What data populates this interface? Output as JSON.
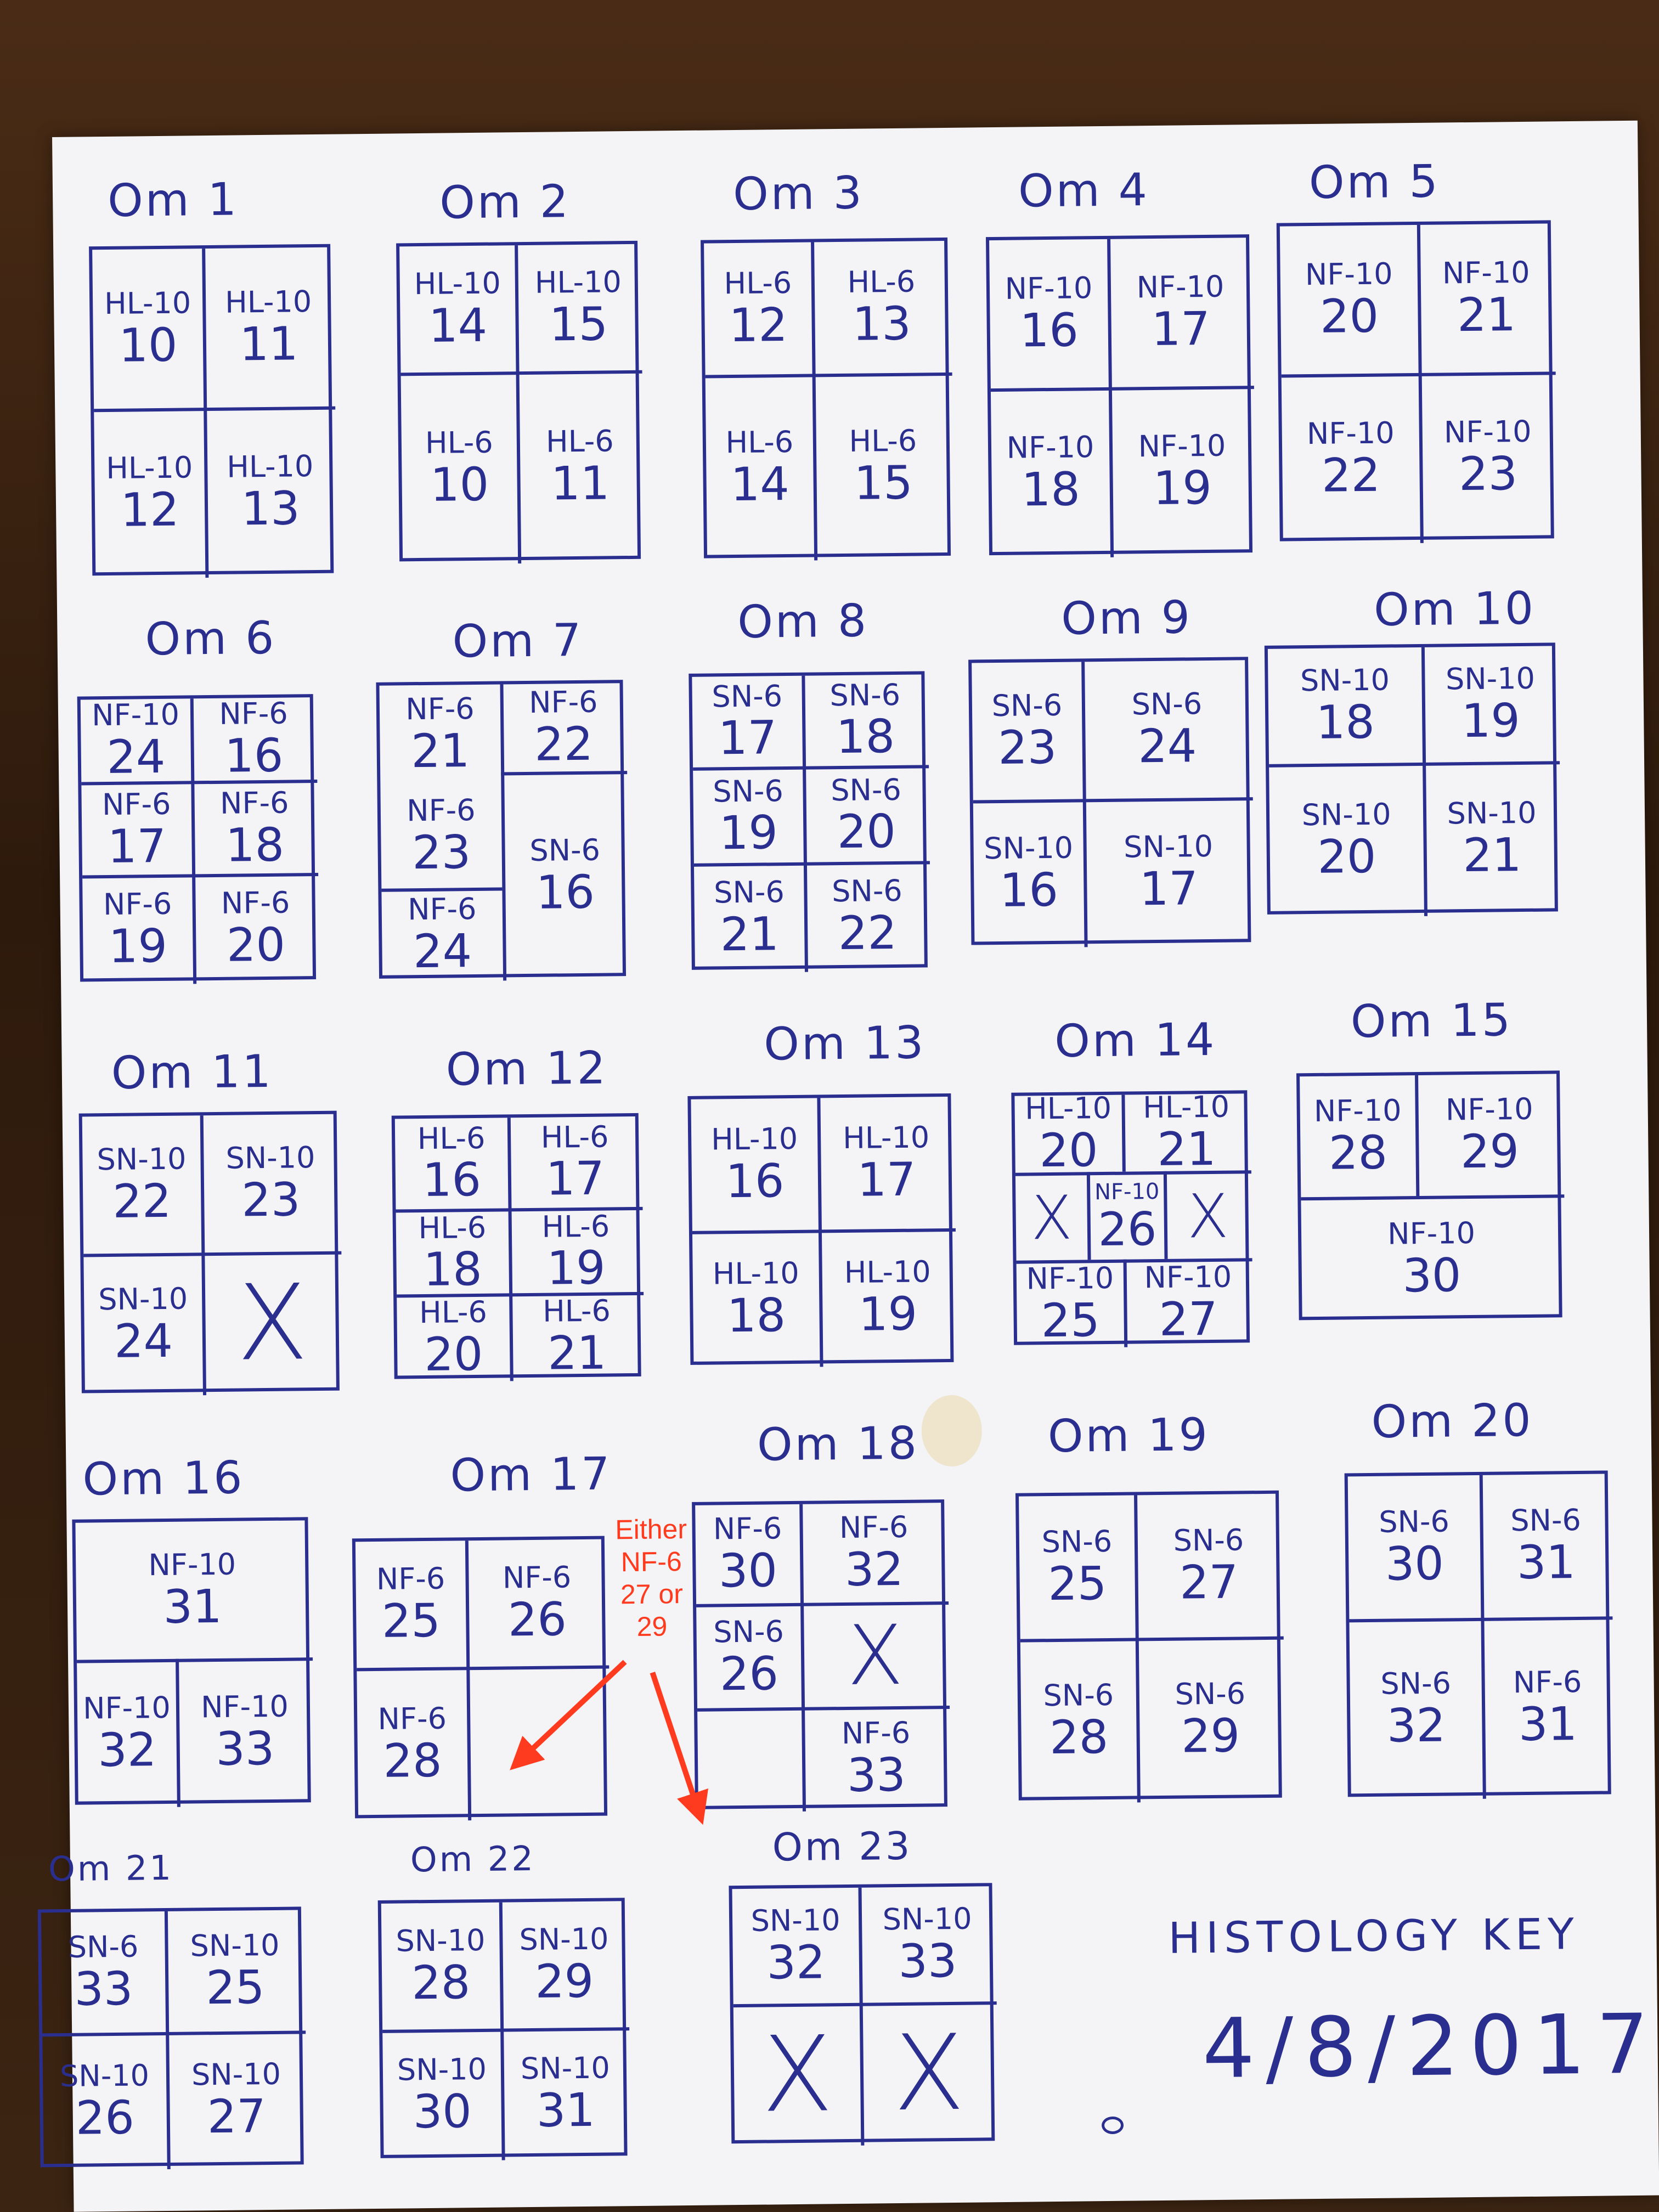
{
  "sheets": [
    {
      "title": "Om 1",
      "cells": [
        [
          "HL-10",
          "10"
        ],
        [
          "HL-10",
          "11"
        ],
        [
          "HL-10",
          "12"
        ],
        [
          "HL-10",
          "13"
        ]
      ]
    },
    {
      "title": "Om 2",
      "cells": [
        [
          "HL-10",
          "14"
        ],
        [
          "HL-10",
          "15"
        ],
        [
          "HL-6",
          "10"
        ],
        [
          "HL-6",
          "11"
        ]
      ]
    },
    {
      "title": "Om 3",
      "cells": [
        [
          "HL-6",
          "12"
        ],
        [
          "HL-6",
          "13"
        ],
        [
          "HL-6",
          "14"
        ],
        [
          "HL-6",
          "15"
        ]
      ]
    },
    {
      "title": "Om 4",
      "cells": [
        [
          "NF-10",
          "16"
        ],
        [
          "NF-10",
          "17"
        ],
        [
          "NF-10",
          "18"
        ],
        [
          "NF-10",
          "19"
        ]
      ]
    },
    {
      "title": "Om 5",
      "cells": [
        [
          "NF-10",
          "20"
        ],
        [
          "NF-10",
          "21"
        ],
        [
          "NF-10",
          "22"
        ],
        [
          "NF-10",
          "23"
        ]
      ]
    },
    {
      "title": "Om 6",
      "cells": [
        [
          "NF-10",
          "24"
        ],
        [
          "NF-6",
          "16"
        ],
        [
          "NF-6",
          "17"
        ],
        [
          "NF-6",
          "18"
        ],
        [
          "NF-6",
          "19"
        ],
        [
          "NF-6",
          "20"
        ]
      ]
    },
    {
      "title": "Om 7",
      "cells": [
        [
          "NF-6",
          "21"
        ],
        [
          "NF-6",
          "22"
        ],
        [
          "NF-6",
          "23"
        ],
        [
          "SN-6",
          "16"
        ],
        [
          "NF-6",
          "24"
        ]
      ]
    },
    {
      "title": "Om 8",
      "cells": [
        [
          "SN-6",
          "17"
        ],
        [
          "SN-6",
          "18"
        ],
        [
          "SN-6",
          "19"
        ],
        [
          "SN-6",
          "20"
        ],
        [
          "SN-6",
          "21"
        ],
        [
          "SN-6",
          "22"
        ]
      ]
    },
    {
      "title": "Om 9",
      "cells": [
        [
          "SN-6",
          "23"
        ],
        [
          "SN-6",
          "24"
        ],
        [
          "SN-10",
          "16"
        ],
        [
          "SN-10",
          "17"
        ]
      ]
    },
    {
      "title": "Om 10",
      "cells": [
        [
          "SN-10",
          "18"
        ],
        [
          "SN-10",
          "19"
        ],
        [
          "SN-10",
          "20"
        ],
        [
          "SN-10",
          "21"
        ]
      ]
    },
    {
      "title": "Om 11",
      "cells": [
        [
          "SN-10",
          "22"
        ],
        [
          "SN-10",
          "23"
        ],
        [
          "SN-10",
          "24"
        ],
        [
          "",
          "X"
        ]
      ]
    },
    {
      "title": "Om 12",
      "cells": [
        [
          "HL-6",
          "16"
        ],
        [
          "HL-6",
          "17"
        ],
        [
          "HL-6",
          "18"
        ],
        [
          "HL-6",
          "19"
        ],
        [
          "HL-6",
          "20"
        ],
        [
          "HL-6",
          "21"
        ]
      ]
    },
    {
      "title": "Om 13",
      "cells": [
        [
          "HL-10",
          "16"
        ],
        [
          "HL-10",
          "17"
        ],
        [
          "HL-10",
          "18"
        ],
        [
          "HL-10",
          "19"
        ]
      ]
    },
    {
      "title": "Om 14",
      "cells": [
        [
          "HL-10",
          "20"
        ],
        [
          "HL-10",
          "21"
        ],
        [
          "",
          "X"
        ],
        [
          "NF-10",
          "26"
        ],
        [
          "",
          "X"
        ],
        [
          "NF-10",
          "25"
        ],
        [
          "NF-10",
          "27"
        ]
      ]
    },
    {
      "title": "Om 15",
      "cells": [
        [
          "NF-10",
          "28"
        ],
        [
          "NF-10",
          "29"
        ],
        [
          "NF-10",
          "30"
        ]
      ]
    },
    {
      "title": "Om 16",
      "cells": [
        [
          "NF-10",
          "31"
        ],
        [
          "NF-10",
          "32"
        ],
        [
          "NF-10",
          "33"
        ]
      ]
    },
    {
      "title": "Om 17",
      "cells": [
        [
          "NF-6",
          "25"
        ],
        [
          "NF-6",
          "26"
        ],
        [
          "NF-6",
          "28"
        ],
        [
          "",
          ""
        ]
      ]
    },
    {
      "title": "Om 18",
      "cells": [
        [
          "NF-6",
          "30"
        ],
        [
          "NF-6",
          "32"
        ],
        [
          "SN-6",
          "26"
        ],
        [
          "",
          "X"
        ],
        [
          "",
          ""
        ],
        [
          "NF-6",
          "33"
        ]
      ]
    },
    {
      "title": "Om 19",
      "cells": [
        [
          "SN-6",
          "25"
        ],
        [
          "SN-6",
          "27"
        ],
        [
          "SN-6",
          "28"
        ],
        [
          "SN-6",
          "29"
        ]
      ]
    },
    {
      "title": "Om 20",
      "cells": [
        [
          "SN-6",
          "30"
        ],
        [
          "SN-6",
          "31"
        ],
        [
          "SN-6",
          "32"
        ],
        [
          "NF-6",
          "31"
        ]
      ]
    },
    {
      "title": "Om 21",
      "cells": [
        [
          "SN-6",
          "33"
        ],
        [
          "SN-10",
          "25"
        ],
        [
          "SN-10",
          "26"
        ],
        [
          "SN-10",
          "27"
        ]
      ]
    },
    {
      "title": "Om 22",
      "cells": [
        [
          "SN-10",
          "28"
        ],
        [
          "SN-10",
          "29"
        ],
        [
          "SN-10",
          "30"
        ],
        [
          "SN-10",
          "31"
        ]
      ]
    },
    {
      "title": "Om 23",
      "cells": [
        [
          "SN-10",
          "32"
        ],
        [
          "SN-10",
          "33"
        ],
        [
          "",
          "X"
        ],
        [
          "",
          "X"
        ]
      ]
    }
  ],
  "key": {
    "title": "HISTOLOGY KEY",
    "date": "4/8/2017"
  },
  "annotation": {
    "line1": "Either",
    "line2": "NF-6",
    "line3": "27 or",
    "line4": "29",
    "color": "#ff3b1f"
  },
  "colors": {
    "ink": "#2a2f8f",
    "paper": "#f4f4f6",
    "table": "#3a2414"
  }
}
